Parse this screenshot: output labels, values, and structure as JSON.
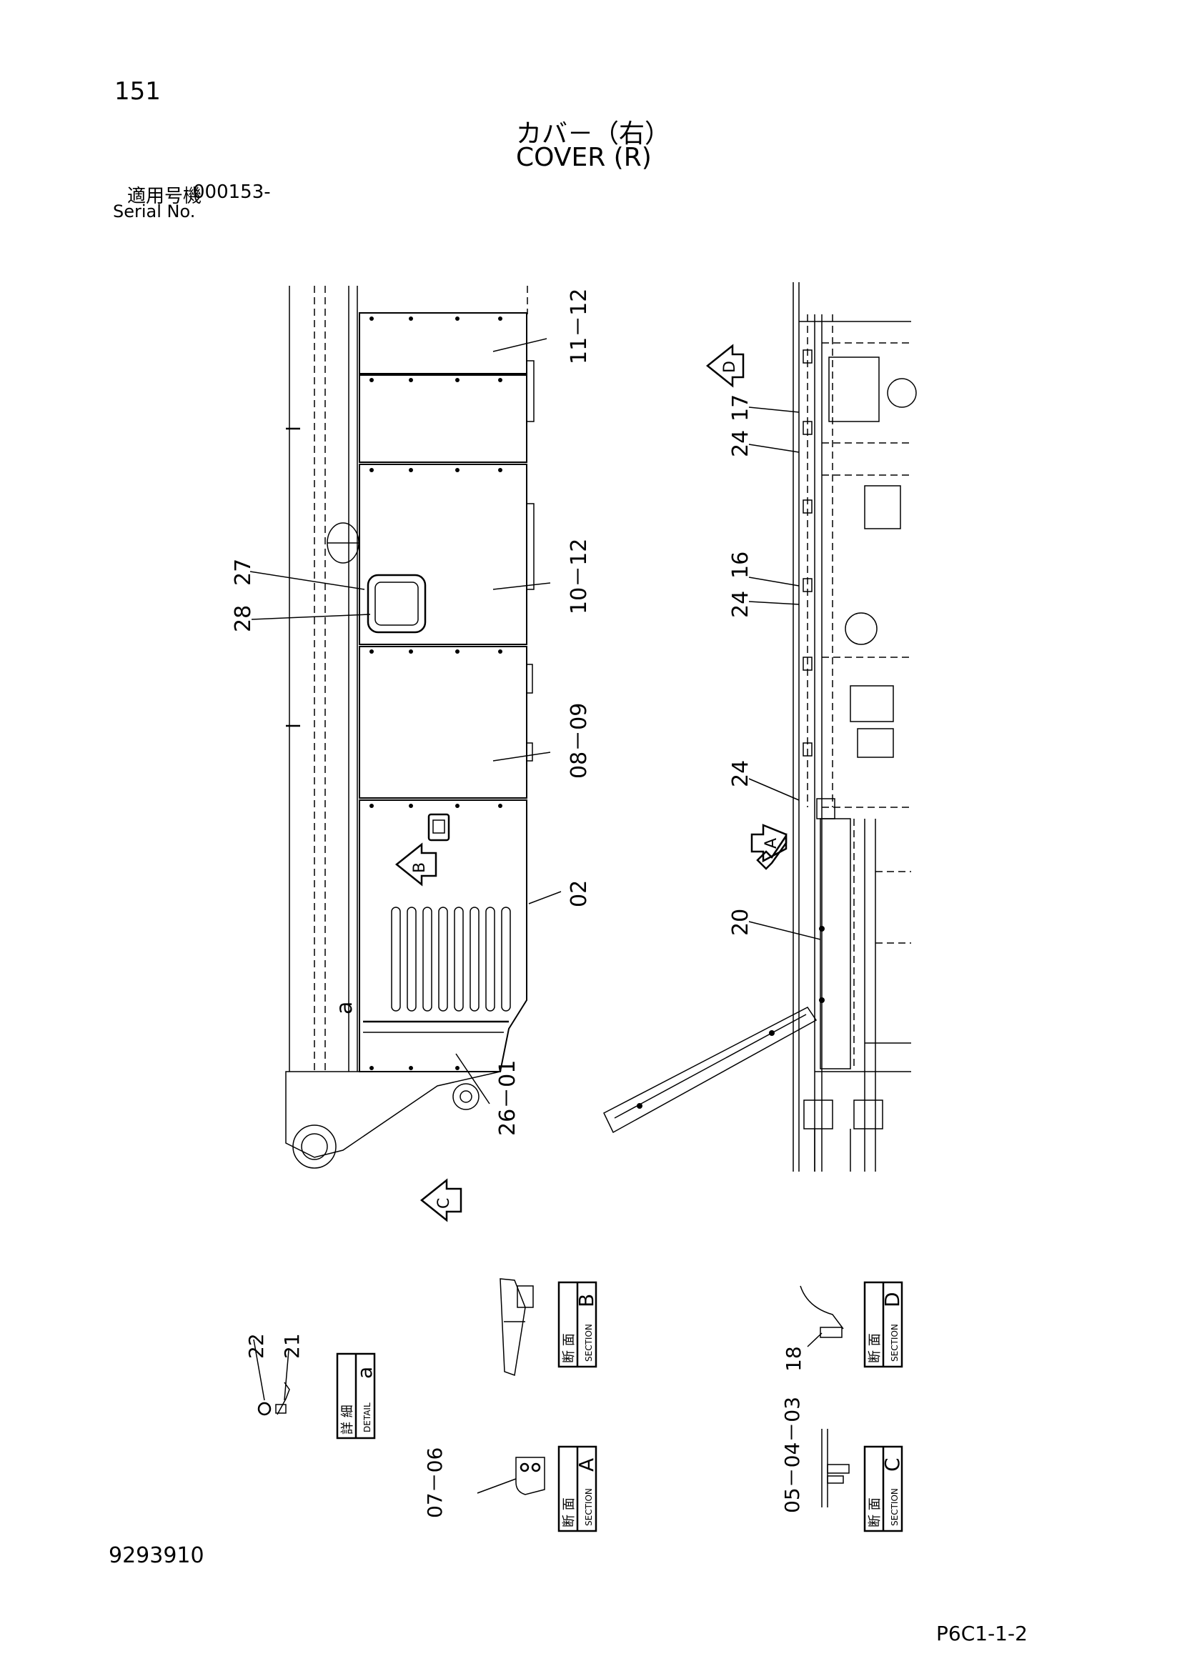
{
  "header": {
    "page_number": "151",
    "title_jp": "カバ－（右）",
    "title_en": "COVER (R)",
    "serial_label_jp": "適用号機",
    "serial_number": "000153-",
    "serial_label_en": "Serial No."
  },
  "callouts": {
    "c1112": "11－12",
    "c1012": "10－12",
    "c0809": "08－09",
    "c02": "02",
    "c2601": "26－01",
    "c27": "27",
    "c28": "28",
    "c17": "17",
    "c24a": "24",
    "c16": "16",
    "c24b": "24",
    "c24c": "24",
    "c20": "20",
    "c22": "22",
    "c21": "21",
    "c18": "18",
    "c0706": "07－06",
    "c050403": "05－04－03",
    "ca": "a"
  },
  "view_arrows": {
    "A": "A",
    "B": "B",
    "C": "C",
    "D": "D"
  },
  "detail_boxes": {
    "detail_a": {
      "letter": "a",
      "jp": "詳 細",
      "en": "DETAIL"
    },
    "section_b": {
      "letter": "B",
      "jp": "断 面",
      "en": "SECTION"
    },
    "section_d": {
      "letter": "D",
      "jp": "断 面",
      "en": "SECTION"
    },
    "section_a": {
      "letter": "A",
      "jp": "断 面",
      "en": "SECTION"
    },
    "section_c": {
      "letter": "C",
      "jp": "断 面",
      "en": "SECTION"
    }
  },
  "footer": {
    "drawing_code": "9293910",
    "page_ref": "P6C1-1-2"
  }
}
